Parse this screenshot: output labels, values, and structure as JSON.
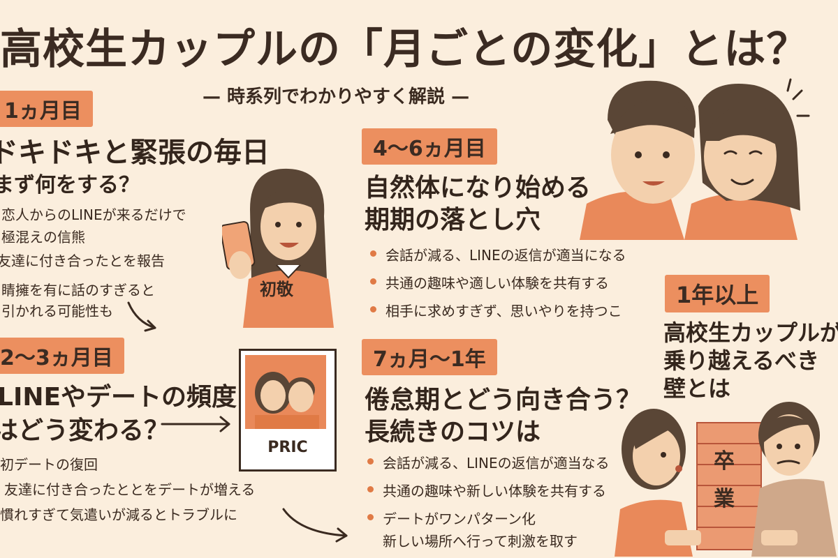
{
  "title": "高校生カップルの「月ごとの変化」とは？",
  "subtitle": "— 時系列でわかりやすく解説 —",
  "colors": {
    "accent": "#ec8f5f",
    "background": "#fbeedd",
    "shirt": "#e9895a"
  },
  "s1": {
    "tag": "1ヵ月目",
    "heading": "ドキドキと緊張の毎日",
    "subheading": "まず何をする？",
    "lines": [
      "恋人からのLINEが来るだけで",
      "極混えの信熊",
      "友達に付き合ったとを報告",
      "睛擁を有に話のすぎると",
      "引かれる可能性も"
    ],
    "badge": "初敬"
  },
  "s2": {
    "tag": "2〜3ヵ月目",
    "heading_lines": [
      "LINEやデートの頻度",
      "はどう変わる？"
    ],
    "lines": [
      "初デートの復回",
      "友達に付き合ったととをデートが増える",
      "慣れすぎて気遣いが減るとトラブルに"
    ],
    "photo_label": "PRIC"
  },
  "s3": {
    "tag": "4〜6ヵ月目",
    "heading_lines": [
      "自然体になり始める",
      "期期の落とし穴"
    ],
    "bullets": [
      "会話が減る、LINEの返信が適当になる",
      "共通の趣味や適しい体験を共有する",
      "相手に求めすぎず、思いやりを持つこ"
    ]
  },
  "s4": {
    "tag": "7ヵ月〜1年",
    "heading_lines": [
      "倦怠期とどう向き合う？",
      "長続きのコツは"
    ],
    "bullets": [
      "会話が減る、LINEの返信が適当なる",
      "共通の趣味や新しい体験を共有する",
      "デートがワンパターン化"
    ],
    "extra_line": "新しい場所へ行って刺激を取す"
  },
  "s5": {
    "tag": "1年以上",
    "heading_lines": [
      "高校生カップルが",
      "乗り越えるべき",
      "壁とは"
    ],
    "sign_chars": [
      "卒",
      "業"
    ]
  }
}
